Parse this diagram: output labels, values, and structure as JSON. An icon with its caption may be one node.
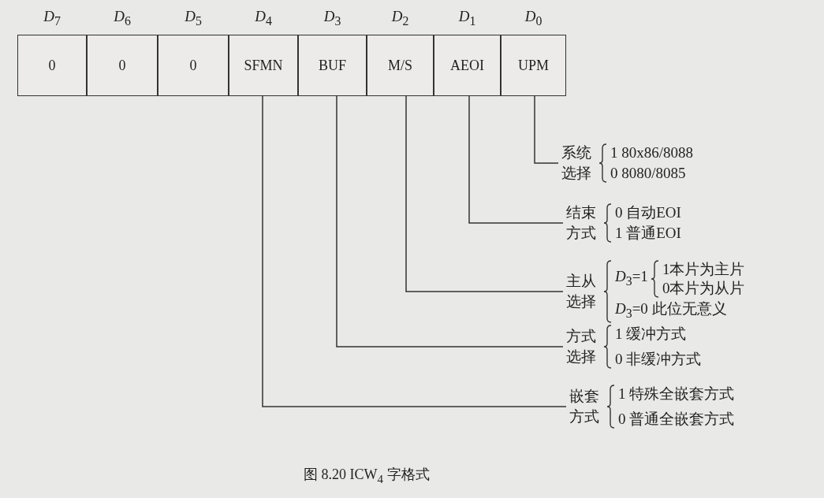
{
  "diagram": {
    "caption": "图 8.20 ICW$_{4}$ 字格式",
    "nodes": [
      {
        "text": [
          "*D*$_{7}$",
          "0"
        ]
      },
      {
        "text": [
          "*D*$_{6}$",
          "0"
        ]
      },
      {
        "text": [
          "*D*$_{5}$",
          "0"
        ]
      },
      {
        "text": [
          "*D*$_{4}$",
          "SFMN"
        ]
      },
      {
        "text": [
          "*D*$_{3}$",
          "BUF"
        ]
      },
      {
        "text": [
          "*D*$_{2}$",
          "M/S"
        ]
      },
      {
        "text": [
          "*D*$_{1}$",
          "AEOI"
        ]
      },
      {
        "text": [
          "*D*$_{0}$",
          "UPM"
        ]
      },
      {
        "text": [
          "系统选择",
          "1 80x86/8088",
          "0 8080/8085"
        ]
      },
      {
        "text": [
          "结束方式",
          "0 自动EOI",
          "1 普通EOI"
        ]
      },
      {
        "text": [
          "主从选择",
          "*D*$_{3}$=1",
          "1本片为主片",
          "0本片为从片",
          "*D*$_{3}$=0 此位无意义"
        ]
      },
      {
        "text": [
          "方式选择",
          "1 缓冲方式",
          "0 非缓冲方式"
        ]
      },
      {
        "text": [
          "嵌套方式",
          "1 特殊全嵌套方式",
          "0 普通全嵌套方式"
        ]
      }
    ],
    "edges": [
      {
        "from": 7,
        "to": 8,
        "arrow": "none"
      },
      {
        "from": 6,
        "to": 9,
        "arrow": "none"
      },
      {
        "from": 5,
        "to": 10,
        "arrow": "none"
      },
      {
        "from": 4,
        "to": 11,
        "arrow": "none"
      },
      {
        "from": 3,
        "to": 12,
        "arrow": "none"
      }
    ]
  }
}
